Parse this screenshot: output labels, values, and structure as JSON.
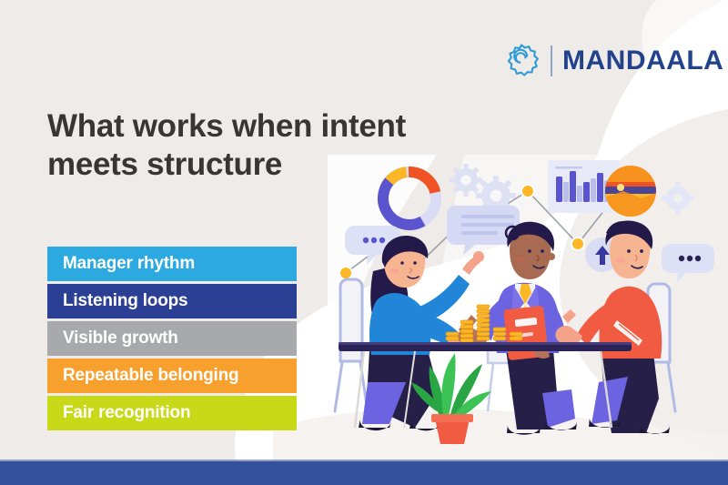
{
  "brand": {
    "name": "MANDAALA",
    "mark_icon": "spiral-mandala-icon",
    "mark_color": "#2E9BD6",
    "text_color": "#22428C"
  },
  "headline": {
    "line1": "What works when intent",
    "line2": "meets structure"
  },
  "list": {
    "items": [
      {
        "label": "Manager rhythm",
        "color": "#2BA9E0"
      },
      {
        "label": "Listening loops",
        "color": "#2B3F94"
      },
      {
        "label": "Visible growth",
        "color": "#A7A9AC"
      },
      {
        "label": "Repeatable belonging",
        "color": "#F8A02E"
      },
      {
        "label": "Fair recognition",
        "color": "#C8D918"
      }
    ]
  },
  "illustration": {
    "alt": "three colleagues at a meeting table with business data icons",
    "scene_icons": [
      "donut-chart-icon",
      "gears-icon",
      "speech-bubble-lines-icon",
      "bar-chart-card-icon",
      "sunset-photo-circle-icon",
      "arrow-up-badge-icon",
      "ellipsis-speech-bubble-icon",
      "line-graph-icon",
      "coin-stacks-icon",
      "potted-plant-icon",
      "clipboard-icon"
    ],
    "people": [
      {
        "name": "person-left",
        "top_color": "#2186D8",
        "hair_color": "#241A4A"
      },
      {
        "name": "person-center",
        "top_color": "#6C63E0",
        "hair_color": "#241A4A"
      },
      {
        "name": "person-right",
        "top_color": "#F15B42",
        "hair_color": "#241A4A"
      }
    ]
  },
  "canvas": {
    "background": "#EFEBE8",
    "panel": "#FFFFFF",
    "footer_color": "#34519F"
  }
}
